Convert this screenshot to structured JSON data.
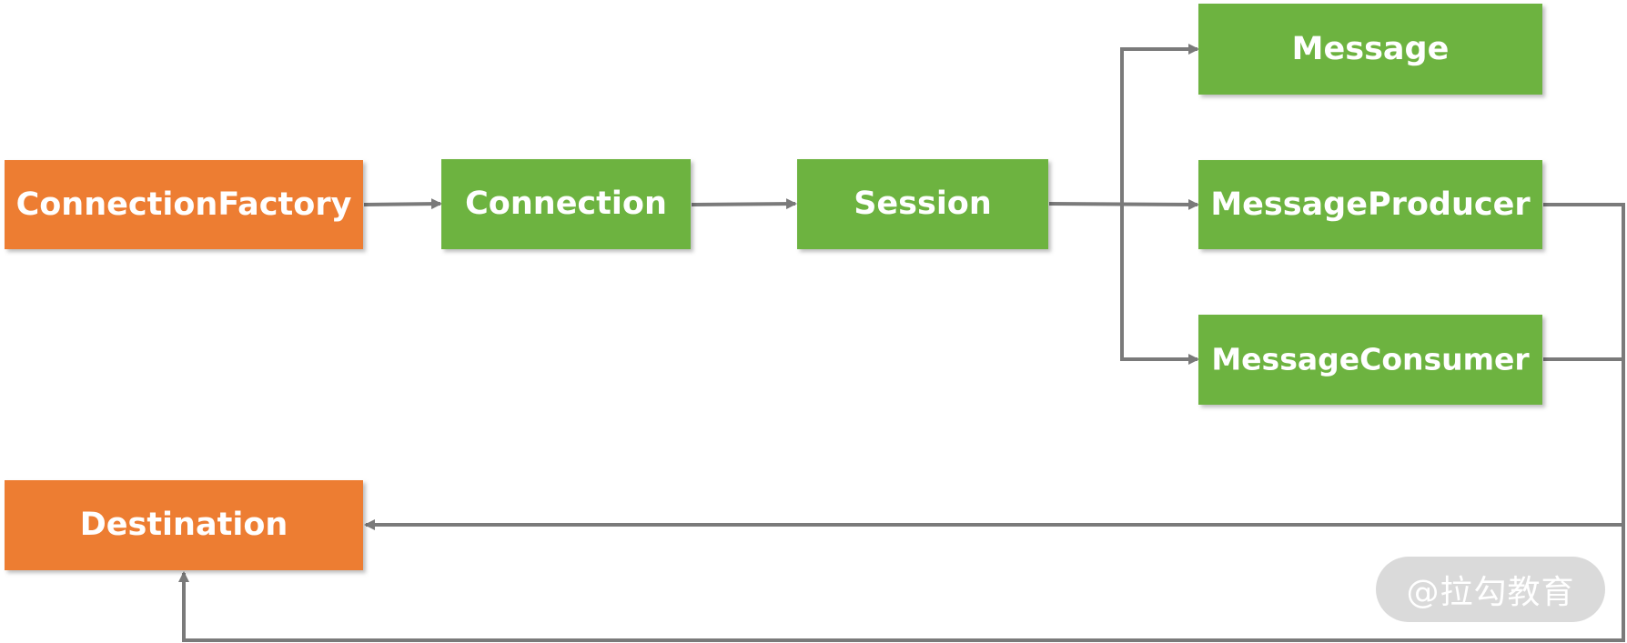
{
  "colors": {
    "orange": "#ED7D31",
    "green": "#6DB33F",
    "arrow": "#7A7A7A",
    "text": "#FFFFFF"
  },
  "nodes": {
    "connection_factory": {
      "label": "ConnectionFactory",
      "color": "orange"
    },
    "connection": {
      "label": "Connection",
      "color": "green"
    },
    "session": {
      "label": "Session",
      "color": "green"
    },
    "message": {
      "label": "Message",
      "color": "green"
    },
    "message_producer": {
      "label": "MessageProducer",
      "color": "green"
    },
    "message_consumer": {
      "label": "MessageConsumer",
      "color": "green"
    },
    "destination": {
      "label": "Destination",
      "color": "orange"
    }
  },
  "edges": [
    {
      "from": "connection_factory",
      "to": "connection"
    },
    {
      "from": "connection",
      "to": "session"
    },
    {
      "from": "session",
      "to": "message"
    },
    {
      "from": "session",
      "to": "message_producer"
    },
    {
      "from": "session",
      "to": "message_consumer"
    },
    {
      "from": "message_producer",
      "to": "destination"
    },
    {
      "from": "message_consumer",
      "to": "destination"
    }
  ],
  "watermark": {
    "text": "@拉勾教育"
  }
}
